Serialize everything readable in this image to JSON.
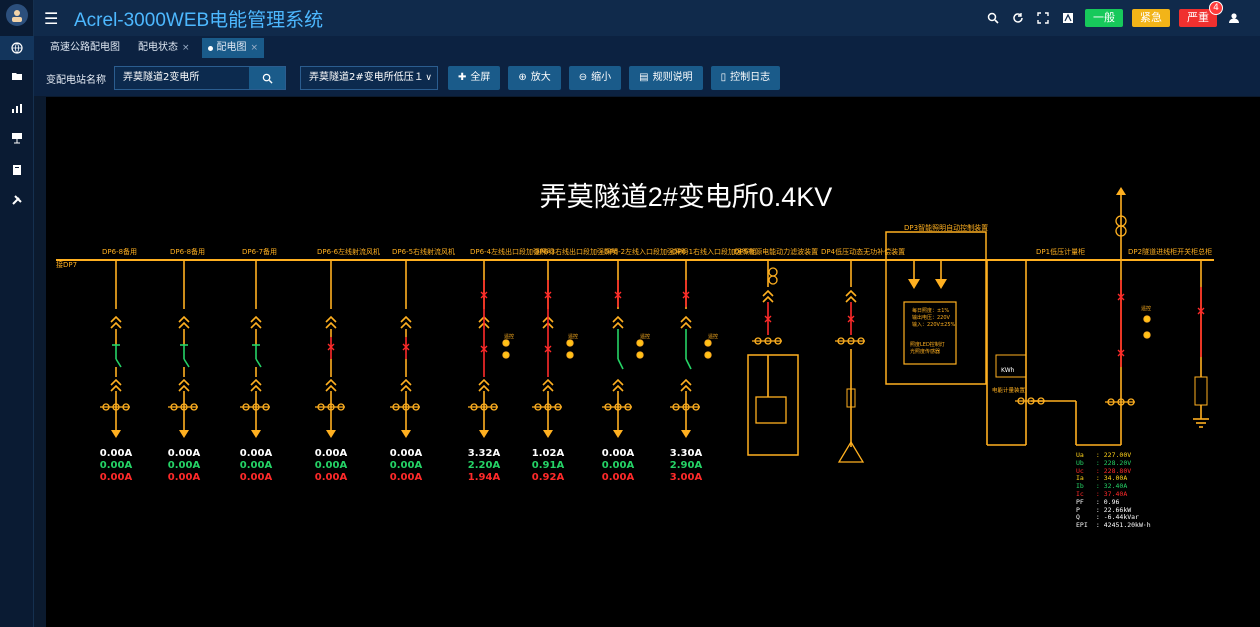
{
  "app": {
    "title": "Acrel-3000WEB电能管理系统"
  },
  "alarms": {
    "general": "一般",
    "urgent": "紧急",
    "severe": "严重",
    "severe_count": "4"
  },
  "tabs": [
    {
      "label": "高速公路配电图",
      "closable": false,
      "active": false
    },
    {
      "label": "配电状态",
      "closable": true,
      "active": false
    },
    {
      "label": "配电图",
      "closable": true,
      "active": true
    }
  ],
  "toolbar": {
    "station_label": "变配电站名称",
    "station_value": "弄莫隧道2变电所",
    "select_value": "弄莫隧道2#变电所低压１",
    "fullscreen": "全屏",
    "zoom_in": "放大",
    "zoom_out": "缩小",
    "rules": "规则说明",
    "control_log": "控制日志"
  },
  "diagram": {
    "title": "弄莫隧道2#变电所0.4KV",
    "bus_label": "接DP7",
    "feeders": [
      {
        "label": "DP6-8备用",
        "i1": "0.00A",
        "i2": "0.00A",
        "i3": "0.00A"
      },
      {
        "label": "DP6-8备用",
        "i1": "0.00A",
        "i2": "0.00A",
        "i3": "0.00A"
      },
      {
        "label": "DP6-7备用",
        "i1": "0.00A",
        "i2": "0.00A",
        "i3": "0.00A"
      },
      {
        "label": "DP6-6左线射流风机",
        "i1": "0.00A",
        "i2": "0.00A",
        "i3": "0.00A"
      },
      {
        "label": "DP6-5右线射流风机",
        "i1": "0.00A",
        "i2": "0.00A",
        "i3": "0.00A"
      },
      {
        "label": "DP6-4左线出口段加强照明",
        "i1": "3.32A",
        "i2": "2.20A",
        "i3": "1.94A"
      },
      {
        "label": "DP6-3右线出口段加强照明",
        "i1": "1.02A",
        "i2": "0.91A",
        "i3": "0.92A"
      },
      {
        "label": "DP6-2左线入口段加强照明",
        "i1": "0.00A",
        "i2": "0.00A",
        "i3": "0.00A"
      },
      {
        "label": "DP6-1右线入口段加强照明",
        "i1": "3.30A",
        "i2": "2.90A",
        "i3": "3.00A"
      }
    ],
    "other_labels": {
      "dp5": "DP5有源电能动力滤波装置",
      "dp4": "DP4低压动态无功补偿装置",
      "dp3": "DP3智能照明自动控制装置",
      "dp1": "DP1低压计量柜",
      "dp2": "DP2隧道进线柜开关柜总柜",
      "meter_box": "KWh",
      "meter_label": "电能计量装置",
      "light_box_1": "每日照度：±1%",
      "light_box_2": "输出电压：220V",
      "light_box_3": "输入：220V±25%",
      "light_box_4": "照度LED控制灯",
      "light_box_5": "光照度传感器",
      "remote_1": "遥控",
      "remote_2": "遥控",
      "remote_3": "遥控",
      "remote_4": "遥控",
      "remote_5": "遥控"
    },
    "measurements": [
      {
        "k": "Ua",
        "v": "227.00V",
        "color": "#ffd21a"
      },
      {
        "k": "Ub",
        "v": "228.20V",
        "color": "#25d366"
      },
      {
        "k": "Uc",
        "v": "228.80V",
        "color": "#ff2a2a"
      },
      {
        "k": "Ia",
        "v": "34.00A",
        "color": "#ffd21a"
      },
      {
        "k": "Ib",
        "v": "32.40A",
        "color": "#25d366"
      },
      {
        "k": "Ic",
        "v": "37.40A",
        "color": "#ff2a2a"
      },
      {
        "k": "PF",
        "v": "0.96",
        "color": "#ffffff"
      },
      {
        "k": "P",
        "v": "22.66kW",
        "color": "#ffffff"
      },
      {
        "k": "Q",
        "v": "-6.44kVar",
        "color": "#ffffff"
      },
      {
        "k": "EPI",
        "v": "42451.20kW·h",
        "color": "#ffffff"
      }
    ]
  },
  "colors": {
    "line": "#ffb020",
    "green": "#25d366",
    "red": "#ff2a2a",
    "accent": "#4db8ff"
  }
}
